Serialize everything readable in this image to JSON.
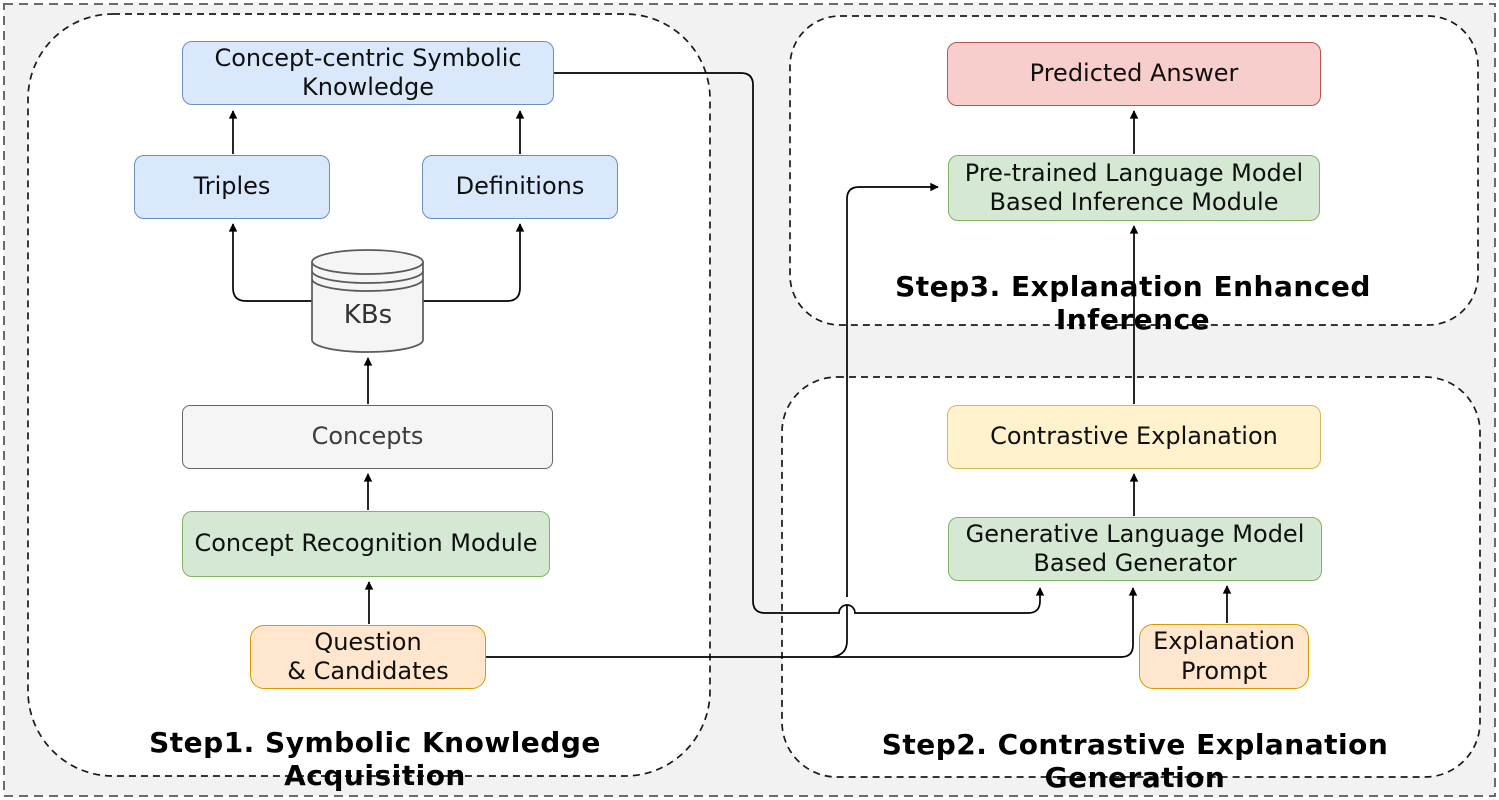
{
  "figure": {
    "type": "flow-diagram",
    "steps": {
      "step1": {
        "label": "Step1. Symbolic Knowledge Acquisition"
      },
      "step2": {
        "label": "Step2. Contrastive Explanation Generation"
      },
      "step3": {
        "label": "Step3. Explanation Enhanced Inference"
      }
    },
    "nodes": {
      "concept_centric": {
        "label": "Concept-centric Symbolic\nKnowledge",
        "color": "blue"
      },
      "triples": {
        "label": "Triples",
        "color": "blue"
      },
      "definitions": {
        "label": "Definitions",
        "color": "blue"
      },
      "kbs": {
        "label": "KBs",
        "color": "gray",
        "shape": "cylinder"
      },
      "concepts": {
        "label": "Concepts",
        "color": "gray"
      },
      "concept_recognition_module": {
        "label": "Concept Recognition Module",
        "color": "green"
      },
      "question_candidates": {
        "label": "Question\n& Candidates",
        "color": "orange"
      },
      "predicted_answer": {
        "label": "Predicted Answer",
        "color": "red"
      },
      "inference_module": {
        "label": "Pre-trained Language Model\nBased Inference Module",
        "color": "green"
      },
      "contrastive_explanation": {
        "label": "Contrastive Explanation",
        "color": "yellow"
      },
      "generator": {
        "label": "Generative Language Model\nBased Generator",
        "color": "green"
      },
      "explanation_prompt": {
        "label": "Explanation\nPrompt",
        "color": "orange"
      }
    },
    "edges": [
      {
        "from": "triples",
        "to": "concept_centric"
      },
      {
        "from": "definitions",
        "to": "concept_centric"
      },
      {
        "from": "kbs",
        "to": "triples"
      },
      {
        "from": "kbs",
        "to": "definitions"
      },
      {
        "from": "concepts",
        "to": "kbs"
      },
      {
        "from": "concept_recognition_module",
        "to": "concepts"
      },
      {
        "from": "question_candidates",
        "to": "concept_recognition_module"
      },
      {
        "from": "question_candidates",
        "to": "generator"
      },
      {
        "from": "question_candidates",
        "to": "inference_module"
      },
      {
        "from": "concept_centric",
        "to": "generator"
      },
      {
        "from": "explanation_prompt",
        "to": "generator"
      },
      {
        "from": "generator",
        "to": "contrastive_explanation"
      },
      {
        "from": "contrastive_explanation",
        "to": "inference_module"
      },
      {
        "from": "inference_module",
        "to": "predicted_answer"
      }
    ],
    "palette": {
      "blue": {
        "fill": "#dae8fc",
        "stroke": "#6c8ebf"
      },
      "green": {
        "fill": "#d5e8d4",
        "stroke": "#82b366"
      },
      "orange": {
        "fill": "#ffe6cc",
        "stroke": "#d79b00"
      },
      "yellow": {
        "fill": "#fff2cc",
        "stroke": "#d6b656"
      },
      "red": {
        "fill": "#f8cecc",
        "stroke": "#b85450"
      },
      "gray": {
        "fill": "#f5f5f5",
        "stroke": "#666666"
      },
      "background": "#f2f2f2",
      "container_fill": "#ffffff",
      "line": "#000000"
    }
  }
}
